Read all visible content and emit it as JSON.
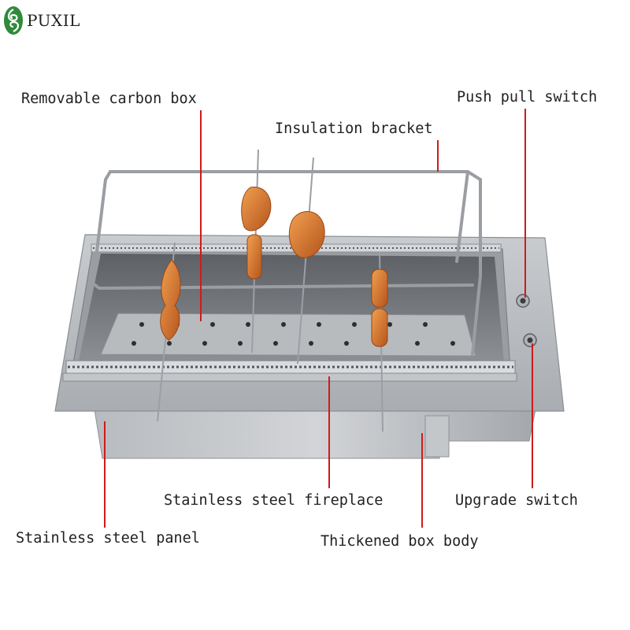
{
  "brand": {
    "name": "PUXIL",
    "icon": "swirl-logo-icon",
    "color": "#2e8b3a"
  },
  "labels": {
    "removable_carbon_box": "Removable carbon box",
    "push_pull_switch": "Push pull switch",
    "insulation_bracket": "Insulation bracket",
    "stainless_steel_fireplace": "Stainless steel fireplace",
    "upgrade_switch": "Upgrade switch",
    "stainless_steel_panel": "Stainless steel panel",
    "thickened_box_body": "Thickened box body"
  },
  "colors": {
    "leader": "#d11a1a",
    "steel": "#b9bcc0",
    "food": "#d9782a"
  }
}
